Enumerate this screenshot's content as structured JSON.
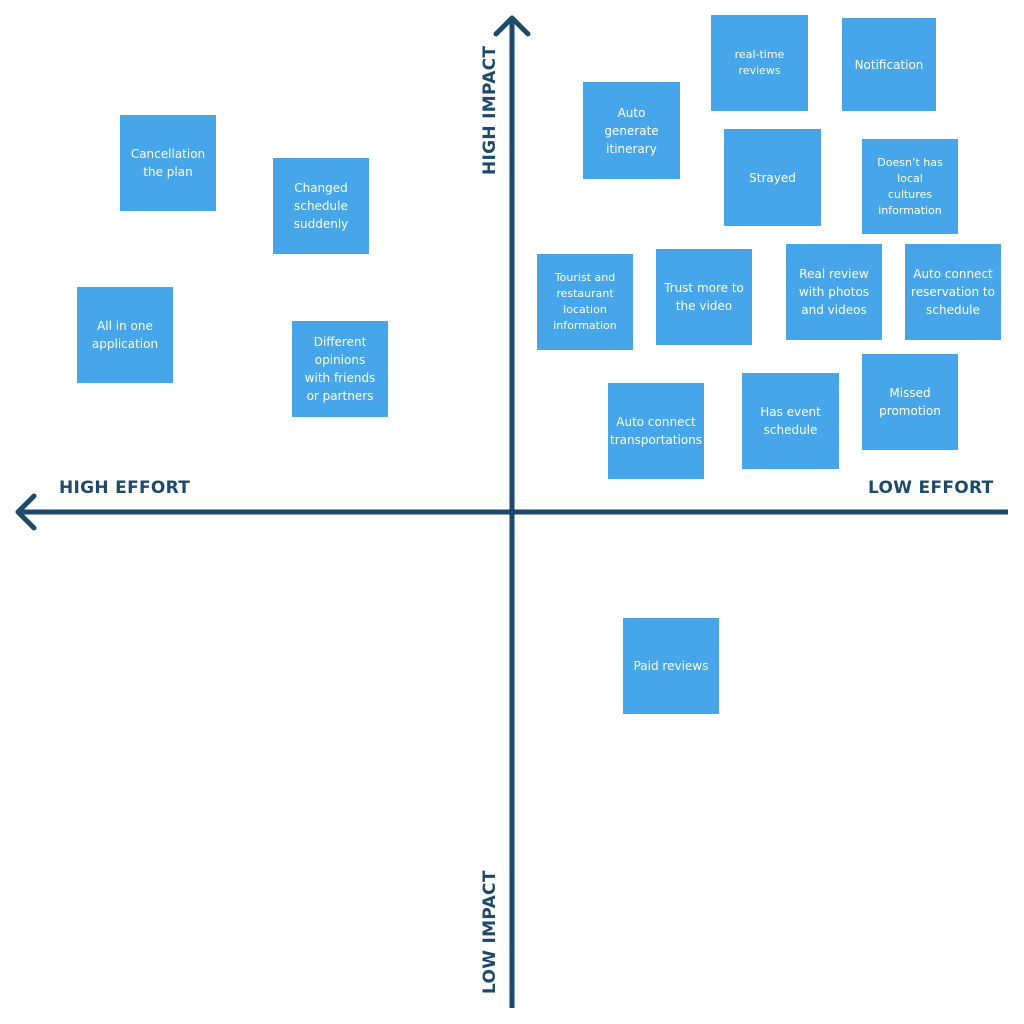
{
  "colors": {
    "axis": "#1d4a6b",
    "note_fill": "#47a6ea",
    "note_text": "#ffffff",
    "background": "#ffffff"
  },
  "axes": {
    "high_impact": "HIGH IMPACT",
    "low_impact": "LOW IMPACT",
    "high_effort": "HIGH EFFORT",
    "low_effort": "LOW EFFORT"
  },
  "notes": {
    "cancellation": "Cancellation\nthe plan",
    "changed_schedule": "Changed\nschedule\nsuddenly",
    "all_in_one": "All in one\napplication",
    "different_opinions": "Different\nopinions\nwith friends\nor partners",
    "auto_itinerary": "Auto generate\nitinerary",
    "real_time_reviews": "real-time\nreviews",
    "notification": "Notification",
    "strayed": "Strayed",
    "local_cultures": "Doesn’t has\nlocal\ncultures\ninformation",
    "tourist_location": "Tourist and\nrestaurant\nlocation\ninformation",
    "trust_video": "Trust more to\nthe video",
    "real_review_photos": "Real review\nwith photos\nand videos",
    "auto_reservation": "Auto connect\nreservation to\nschedule",
    "missed_promotion": "Missed\npromotion",
    "auto_transport": "Auto connect\ntransportations",
    "event_schedule": "Has event\nschedule",
    "paid_reviews": "Paid reviews"
  }
}
